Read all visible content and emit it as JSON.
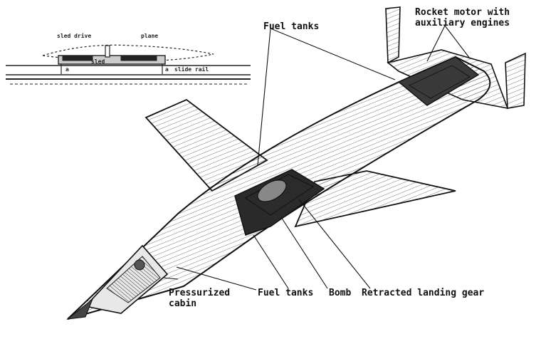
{
  "inset": {
    "sled_drive_label": "sled drive",
    "plane_label": "plane",
    "sled_label": "sled",
    "slide_rail_label": "slide rail",
    "marker_a": "a",
    "marker_b": "a"
  },
  "labels": {
    "fuel_tanks_top": "Fuel tanks",
    "rocket_motor_line1": "Rocket motor with",
    "rocket_motor_line2": "auxiliary engines",
    "pressurized_line1": "Pressurized",
    "pressurized_line2": "cabin",
    "fuel_tanks_bottom": "Fuel tanks",
    "bomb": "Bomb",
    "landing_gear": "Retracted landing gear"
  }
}
